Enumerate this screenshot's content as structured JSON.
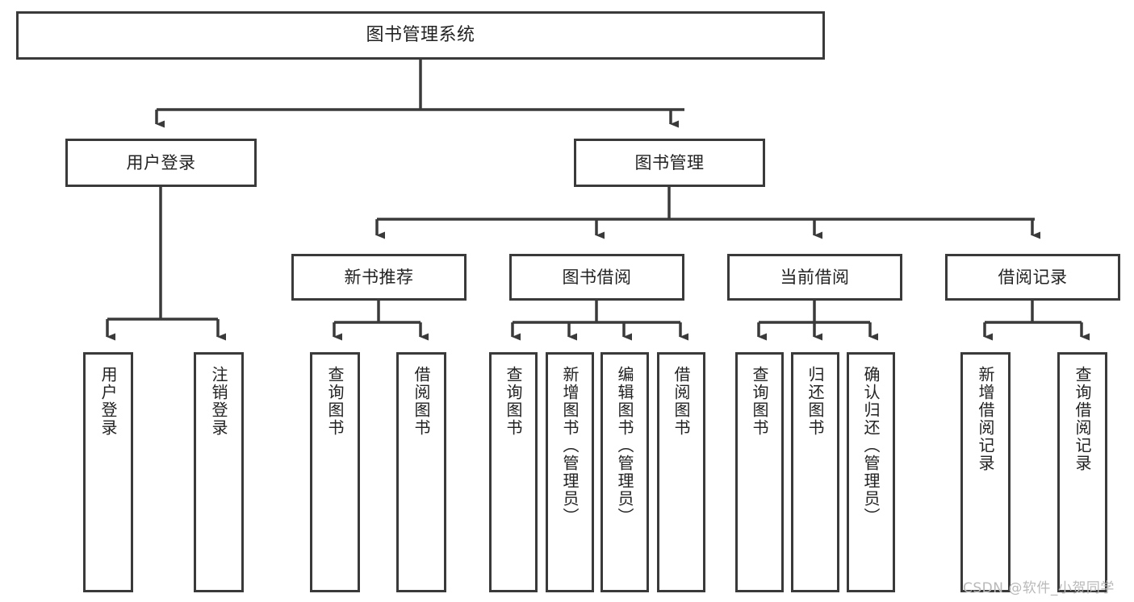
{
  "diagram": {
    "title": "图书管理系统",
    "watermark": "CSDN @软件_小贺同学",
    "style": {
      "box_border_color": "#3a3a3a",
      "box_fill_color": "#ffffff",
      "connector_color": "#3a3a3a",
      "text_color": "#222222",
      "background_color": "#ffffff"
    },
    "root": {
      "id": "root",
      "label": "图书管理系统"
    },
    "level2": [
      {
        "id": "user-login",
        "label": "用户登录"
      },
      {
        "id": "book-manage",
        "label": "图书管理"
      }
    ],
    "level3": [
      {
        "id": "new-book-recommend",
        "label": "新书推荐",
        "parent": "book-manage"
      },
      {
        "id": "book-borrow",
        "label": "图书借阅",
        "parent": "book-manage"
      },
      {
        "id": "current-borrow",
        "label": "当前借阅",
        "parent": "book-manage"
      },
      {
        "id": "borrow-record",
        "label": "借阅记录",
        "parent": "book-manage"
      }
    ],
    "leaves": {
      "user-login": [
        {
          "id": "leaf-user-login",
          "label": "用户登录"
        },
        {
          "id": "leaf-user-logout",
          "label": "注销登录"
        }
      ],
      "new-book-recommend": [
        {
          "id": "leaf-query-book-1",
          "label": "查询图书"
        },
        {
          "id": "leaf-borrow-book-1",
          "label": "借阅图书"
        }
      ],
      "book-borrow": [
        {
          "id": "leaf-query-book-2",
          "label": "查询图书"
        },
        {
          "id": "leaf-add-book",
          "label": "新增图书（管理员）"
        },
        {
          "id": "leaf-edit-book",
          "label": "编辑图书（管理员）"
        },
        {
          "id": "leaf-borrow-book-2",
          "label": "借阅图书"
        }
      ],
      "current-borrow": [
        {
          "id": "leaf-query-book-3",
          "label": "查询图书"
        },
        {
          "id": "leaf-return-book",
          "label": "归还图书"
        },
        {
          "id": "leaf-confirm-return",
          "label": "确认归还（管理员）"
        }
      ],
      "borrow-record": [
        {
          "id": "leaf-add-record",
          "label": "新增借阅记录"
        },
        {
          "id": "leaf-query-record",
          "label": "查询借阅记录"
        }
      ]
    }
  }
}
